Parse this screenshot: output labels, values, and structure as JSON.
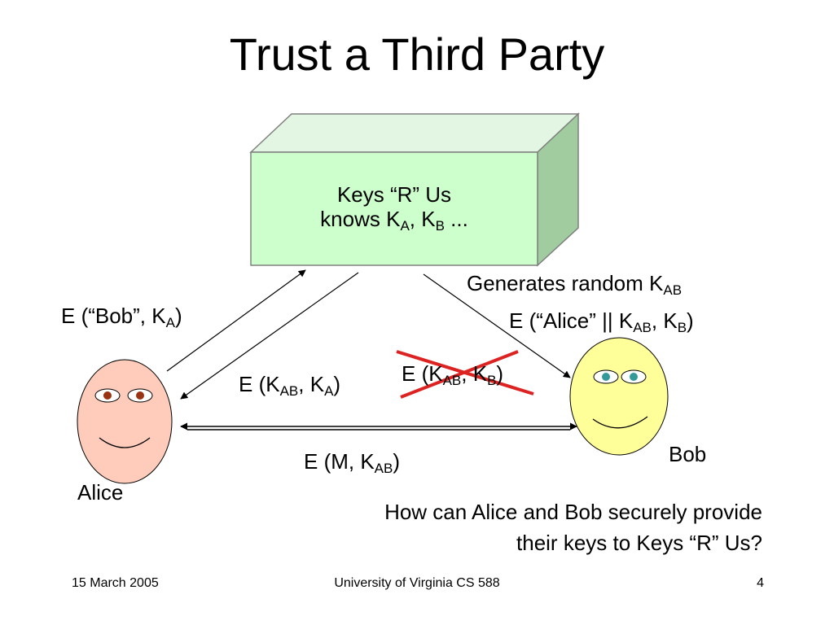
{
  "slide": {
    "title": "Trust a Third Party"
  },
  "server_box": {
    "line1": "Keys “R” Us",
    "line2_prefix": "knows K",
    "line2_sub_a": "A",
    "line2_mid": ", K",
    "line2_sub_b": "B",
    "line2_suffix": " ..."
  },
  "labels": {
    "alice_to_server": {
      "prefix": "E (“Bob”, K",
      "sub": "A",
      "suffix": ")"
    },
    "generates": {
      "prefix": "Generates random K",
      "sub": "AB"
    },
    "server_to_bob": {
      "prefix": "E (“Alice” || K",
      "sub1": "AB",
      "mid": ", K",
      "sub2": "B",
      "suffix": ")"
    },
    "server_to_alice": {
      "prefix": "E (K",
      "sub1": "AB",
      "mid": ", K",
      "sub2": "A",
      "suffix": ")"
    },
    "crossed_out": {
      "prefix": "E (K",
      "sub1": "AB",
      "mid": ", K",
      "sub2": "B",
      "suffix": ")"
    },
    "message": {
      "prefix": "E (M, K",
      "sub": "AB",
      "suffix": ")"
    }
  },
  "people": {
    "alice": "Alice",
    "bob": "Bob"
  },
  "caption": {
    "line1": "How can Alice and Bob securely provide",
    "line2": "their keys to Keys “R” Us?"
  },
  "footer": {
    "date": "15 March 2005",
    "center": "University of Virginia CS 588",
    "page": "4"
  },
  "colors": {
    "box_front": "#ccffcc",
    "box_top": "#e3f5e3",
    "box_side": "#a0cca0",
    "alice_face": "#ffccbb",
    "alice_eyes": "#993311",
    "bob_face": "#ffff99",
    "bob_eyes": "#339999",
    "cross": "#dd2222"
  }
}
